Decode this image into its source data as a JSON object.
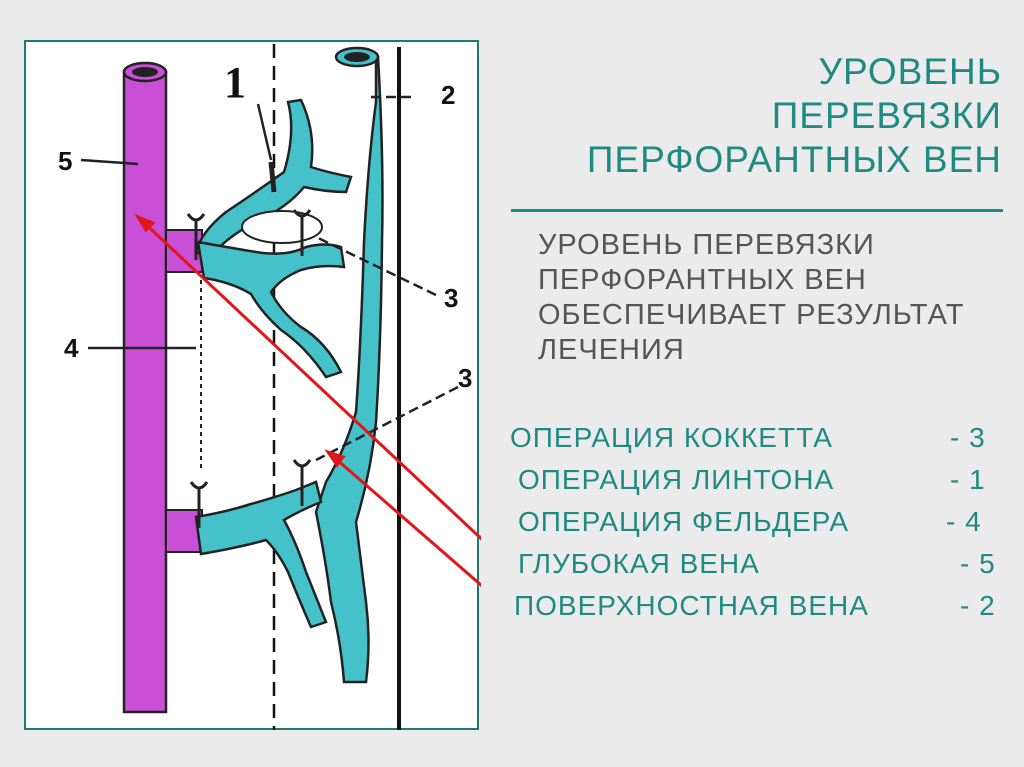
{
  "title_lines": [
    "УРОВЕНЬ",
    "ПЕРЕВЯЗКИ",
    "ПЕРФОРАНТНЫХ ВЕН"
  ],
  "subtitle_lines": [
    "УРОВЕНЬ  ПЕРЕВЯЗКИ",
    "ПЕРФОРАНТНЫХ ВЕН",
    "ОБЕСПЕЧИВАЕТ РЕЗУЛЬТАТ",
    "ЛЕЧЕНИЯ"
  ],
  "operations": [
    {
      "name": "ОПЕРАЦИЯ  КОККЕТТА",
      "number": "- 3"
    },
    {
      "name": "ОПЕРАЦИЯ  ЛИНТОНА",
      "number": "- 1"
    },
    {
      "name": "ОПЕРАЦИЯ  ФЕЛЬДЕРА",
      "number": "- 4"
    },
    {
      "name": "ГЛУБОКАЯ  ВЕНА",
      "number": "- 5"
    },
    {
      "name": "ПОВЕРХНОСТНАЯ  ВЕНА",
      "number": "- 2"
    }
  ],
  "diagram_labels": {
    "label_1": "1",
    "label_2": "2",
    "label_3a": "3",
    "label_3b": "3",
    "label_4": "4",
    "label_5": "5"
  },
  "colors": {
    "deep_vein": "#c94fd6",
    "superficial_vein": "#45c2c9",
    "accent_text": "#1f8a82",
    "arrow": "#e0161b",
    "outline": "#111111"
  }
}
